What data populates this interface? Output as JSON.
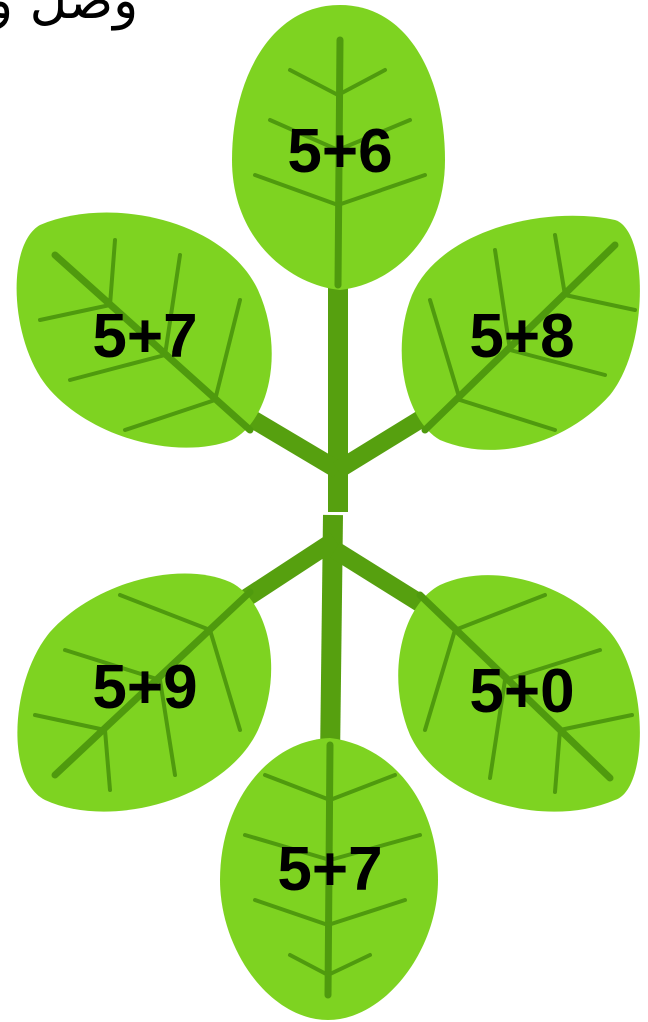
{
  "header_text": "وصّل و",
  "leaves": [
    {
      "name": "leaf-top",
      "label": "5+6"
    },
    {
      "name": "leaf-upper-left",
      "label": "5+7"
    },
    {
      "name": "leaf-upper-right",
      "label": "5+8"
    },
    {
      "name": "leaf-lower-left",
      "label": "5+9"
    },
    {
      "name": "leaf-lower-right",
      "label": "5+0"
    },
    {
      "name": "leaf-bottom",
      "label": "5+7"
    }
  ],
  "colors": {
    "leaf": "#7ed321",
    "vein": "#4f9a0e",
    "stem": "#56a00f",
    "text": "#000000"
  }
}
